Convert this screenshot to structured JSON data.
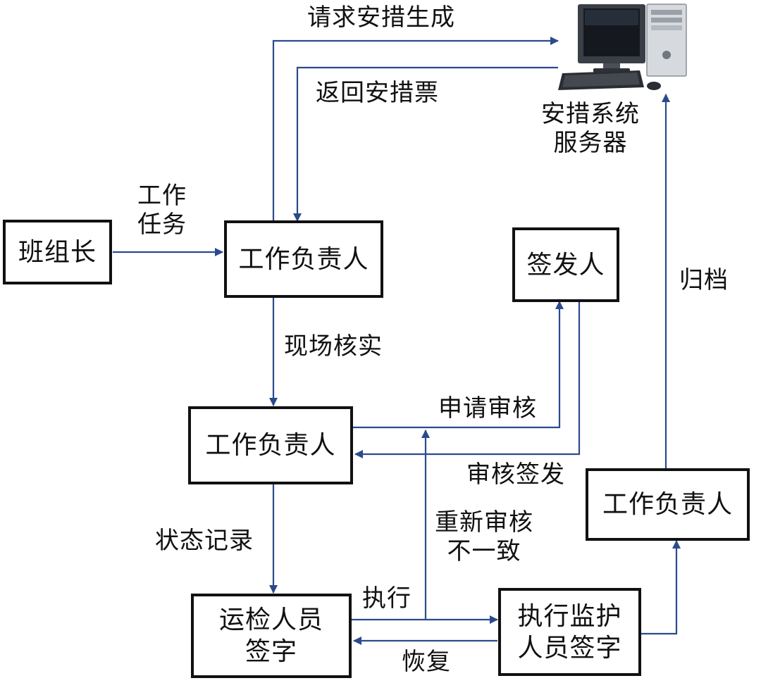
{
  "colors": {
    "arrow": "#2b4a8c",
    "box_border": "#111111",
    "text": "#111111"
  },
  "nodes": {
    "team_leader": "班组长",
    "work_leader_top": "工作负责人",
    "work_leader_mid": "工作负责人",
    "work_leader_right": "工作负责人",
    "issuer": "签发人",
    "maintenance_sign": "运检人员\n签字",
    "exec_supervisor_sign": "执行监护\n人员签字",
    "server_caption": "安措系统\n服务器"
  },
  "edges": {
    "request_generate": "请求安措生成",
    "return_ticket": "返回安措票",
    "work_task": "工作\n任务",
    "site_verify": "现场核实",
    "apply_review": "申请审核",
    "review_issue": "审核签发",
    "status_record": "状态记录",
    "recheck_mismatch": "重新审核\n不一致",
    "execute": "执行",
    "restore": "恢复",
    "archive": "归档"
  },
  "icons": {
    "server": "desktop-computer-icon"
  }
}
